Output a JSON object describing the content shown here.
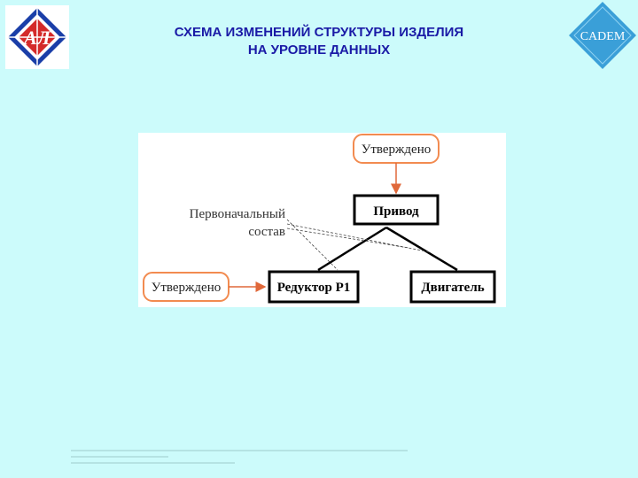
{
  "header": {
    "title_line1": "СХЕМА ИЗМЕНЕНИЙ СТРУКТУРЫ ИЗДЕЛИЯ",
    "title_line2": "НА УРОВНЕ ДАННЫХ",
    "logo_left_text": "АЛ",
    "logo_right_text": "CADEM"
  },
  "diagram": {
    "approved_top": "Утверждено",
    "approved_left": "Утверждено",
    "root_node": "Привод",
    "child_left": "Редуктор Р1",
    "child_right": "Двигатель",
    "annotation_line1": "Первоначальный",
    "annotation_line2": "состав"
  },
  "colors": {
    "background": "#ccfbfb",
    "title": "#1a1aa6",
    "callout_border": "#f28b50",
    "arrow": "#e0683a",
    "node_border": "#000000"
  }
}
